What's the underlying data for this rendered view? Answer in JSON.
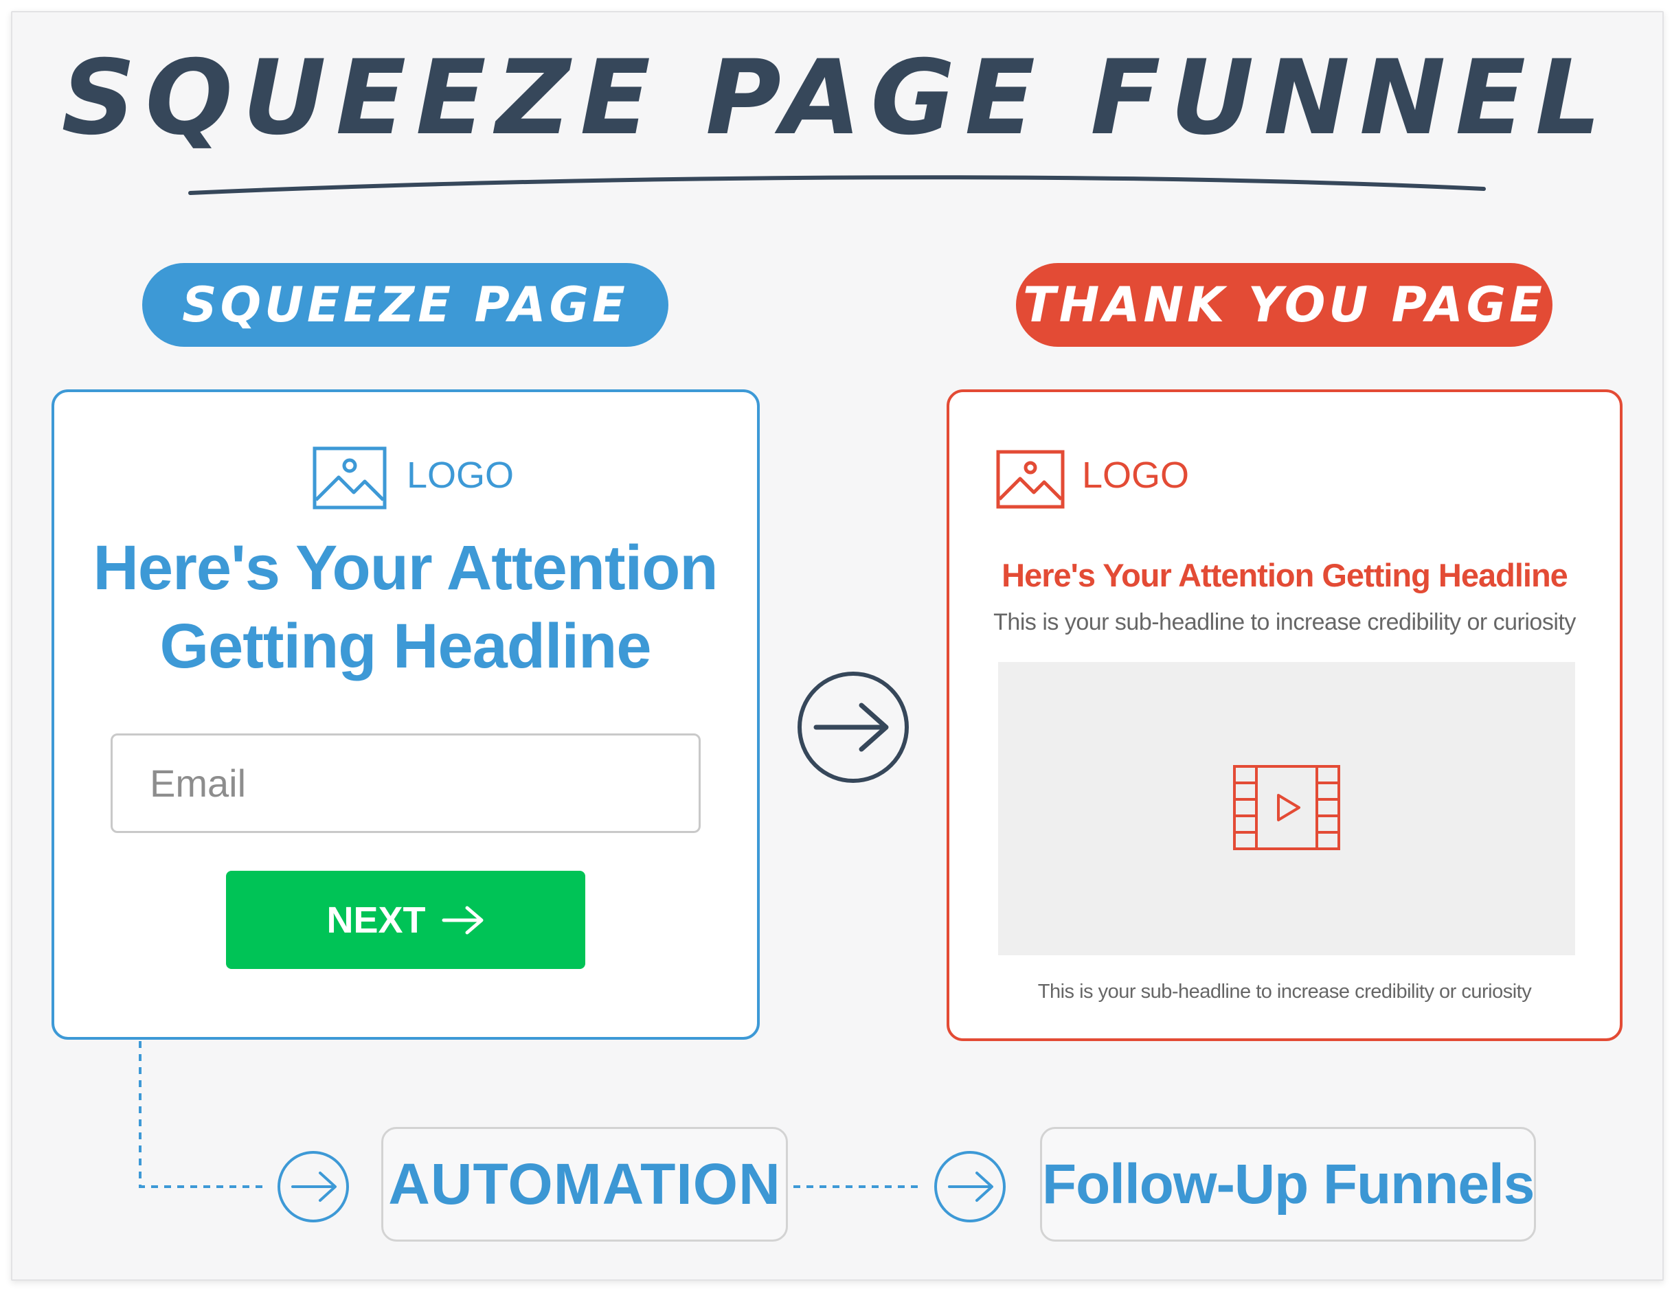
{
  "title": "Squeeze Page Funnel",
  "colors": {
    "blue": "#3d99d6",
    "red": "#e34b35",
    "green": "#00c356",
    "navy": "#36475a"
  },
  "squeeze_page": {
    "label": "Squeeze Page",
    "logo": "LOGO",
    "logo_icon": "image-icon",
    "headline_line1": "Here's Your Attention",
    "headline_line2": "Getting Headline",
    "email_placeholder": "Email",
    "next_label": "NEXT",
    "next_icon": "arrow-right-icon"
  },
  "thank_you_page": {
    "label": "Thank You Page",
    "logo": "LOGO",
    "logo_icon": "image-icon",
    "headline": "Here's Your Attention Getting Headline",
    "subheadline": "This is your sub-headline to increase credibility or curiosity",
    "video_icon": "film-play-icon",
    "caption": "This is your sub-headline to increase credibility or curiosity"
  },
  "flow_icon": "arrow-circle-right-icon",
  "bottom": {
    "automation": "AUTOMATION",
    "follow_up": "Follow-Up Funnels"
  }
}
